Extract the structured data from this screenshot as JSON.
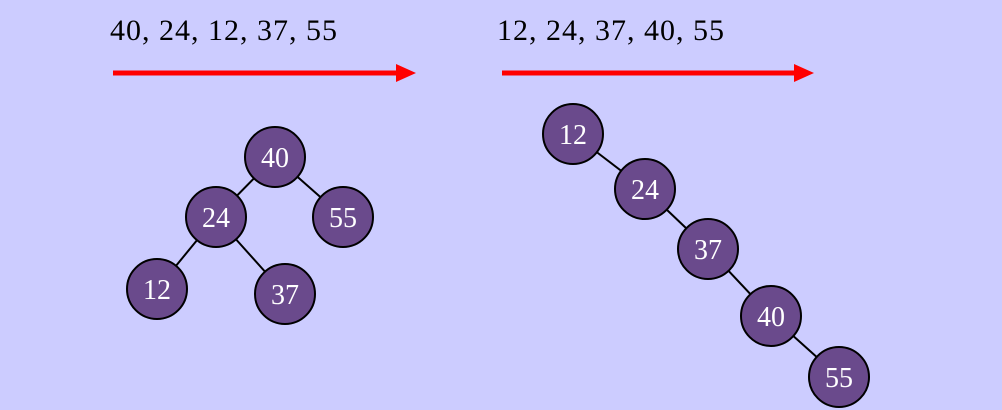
{
  "colors": {
    "background": "#ccccff",
    "node_fill": "#6a4a8c",
    "node_stroke": "#000000",
    "node_text": "#ffffff",
    "arrow": "#ff0000",
    "edge": "#000000"
  },
  "left": {
    "sequence": "40, 24, 12, 37, 55",
    "tree": {
      "nodes": [
        "40",
        "24",
        "55",
        "12",
        "37"
      ],
      "edges": [
        [
          "40",
          "24"
        ],
        [
          "40",
          "55"
        ],
        [
          "24",
          "12"
        ],
        [
          "24",
          "37"
        ]
      ]
    }
  },
  "right": {
    "sequence": "12, 24, 37, 40, 55",
    "tree": {
      "nodes": [
        "12",
        "24",
        "37",
        "40",
        "55"
      ],
      "edges": [
        [
          "12",
          "24"
        ],
        [
          "24",
          "37"
        ],
        [
          "37",
          "40"
        ],
        [
          "40",
          "55"
        ]
      ]
    }
  }
}
